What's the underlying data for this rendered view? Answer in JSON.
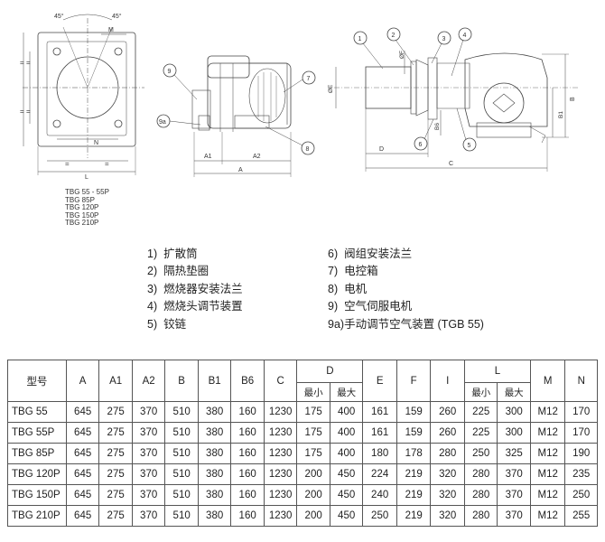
{
  "drawing": {
    "left_view": {
      "angle_labels": [
        "45°",
        "45°"
      ],
      "dim_labels": {
        "M": "M",
        "N": "N",
        "L": "L",
        "eq": "="
      }
    },
    "middle_view": {
      "callouts": [
        "9",
        "9a",
        "7",
        "8"
      ],
      "dim_labels": {
        "A1": "A1",
        "A2": "A2",
        "A": "A"
      }
    },
    "right_view": {
      "callouts": [
        "1",
        "2",
        "3",
        "4",
        "5",
        "6"
      ],
      "dim_labels": {
        "E": "ØE",
        "F": "ØF",
        "B6": "B6",
        "D": "D",
        "C": "C",
        "B1": "B1",
        "B": "B"
      }
    }
  },
  "models_list": [
    "TBG 55 - 55P",
    "TBG 85P",
    "TBG 120P",
    "TBG 150P",
    "TBG 210P"
  ],
  "legend": {
    "left": [
      {
        "num": "1)",
        "text": "扩散筒"
      },
      {
        "num": "2)",
        "text": "隔热垫圈"
      },
      {
        "num": "3)",
        "text": "燃烧器安装法兰"
      },
      {
        "num": "4)",
        "text": "燃烧头调节装置"
      },
      {
        "num": "5)",
        "text": "铰链"
      }
    ],
    "right": [
      {
        "num": "6)",
        "text": "阀组安装法兰"
      },
      {
        "num": "7)",
        "text": "电控箱"
      },
      {
        "num": "8)",
        "text": "电机"
      },
      {
        "num": "9)",
        "text": "空气伺服电机"
      },
      {
        "num": "9a)",
        "text": "手动调节空气装置 (TGB 55)"
      }
    ]
  },
  "table": {
    "headers": {
      "model": "型号",
      "A": "A",
      "A1": "A1",
      "A2": "A2",
      "B": "B",
      "B1": "B1",
      "B6": "B6",
      "C": "C",
      "D": "D",
      "E": "E",
      "F": "F",
      "I": "I",
      "L": "L",
      "M": "M",
      "N": "N",
      "min": "最小",
      "max": "最大"
    },
    "rows": [
      [
        "TBG 55",
        "645",
        "275",
        "370",
        "510",
        "380",
        "160",
        "1230",
        "175",
        "400",
        "161",
        "159",
        "260",
        "225",
        "300",
        "M12",
        "170"
      ],
      [
        "TBG 55P",
        "645",
        "275",
        "370",
        "510",
        "380",
        "160",
        "1230",
        "175",
        "400",
        "161",
        "159",
        "260",
        "225",
        "300",
        "M12",
        "170"
      ],
      [
        "TBG 85P",
        "645",
        "275",
        "370",
        "510",
        "380",
        "160",
        "1230",
        "175",
        "400",
        "180",
        "178",
        "280",
        "250",
        "325",
        "M12",
        "190"
      ],
      [
        "TBG 120P",
        "645",
        "275",
        "370",
        "510",
        "380",
        "160",
        "1230",
        "200",
        "450",
        "224",
        "219",
        "320",
        "280",
        "370",
        "M12",
        "235"
      ],
      [
        "TBG 150P",
        "645",
        "275",
        "370",
        "510",
        "380",
        "160",
        "1230",
        "200",
        "450",
        "240",
        "219",
        "320",
        "280",
        "370",
        "M12",
        "250"
      ],
      [
        "TBG 210P",
        "645",
        "275",
        "370",
        "510",
        "380",
        "160",
        "1230",
        "200",
        "450",
        "250",
        "219",
        "320",
        "280",
        "370",
        "M12",
        "255"
      ]
    ]
  }
}
